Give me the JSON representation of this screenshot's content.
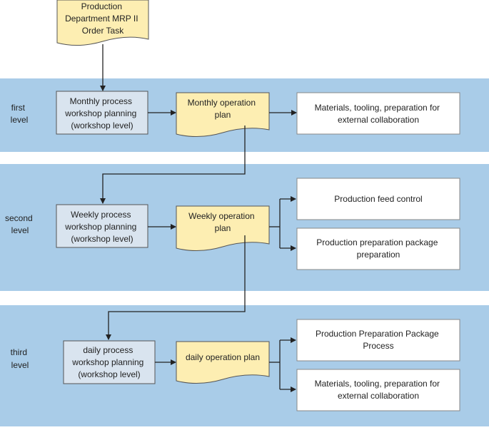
{
  "title_doc": {
    "lines": [
      "Production",
      "Department MRP II",
      "Order Task"
    ]
  },
  "levels": {
    "first": {
      "lines": [
        "first",
        "level"
      ]
    },
    "second": {
      "lines": [
        "second",
        "level"
      ]
    },
    "third": {
      "lines": [
        "third",
        "level"
      ]
    }
  },
  "process": {
    "monthly": {
      "lines": [
        "Monthly process",
        "workshop planning",
        "(workshop level)"
      ]
    },
    "weekly": {
      "lines": [
        "Weekly process",
        "workshop planning",
        "(workshop level)"
      ]
    },
    "daily": {
      "lines": [
        "daily process",
        "workshop planning",
        "(workshop level)"
      ]
    }
  },
  "docs": {
    "monthly": {
      "lines": [
        "Monthly operation",
        "plan"
      ]
    },
    "weekly": {
      "lines": [
        "Weekly operation",
        "plan"
      ]
    },
    "daily": {
      "lines": [
        "daily operation plan"
      ]
    }
  },
  "outputs": {
    "monthly_materials": {
      "lines": [
        "Materials, tooling, preparation for",
        "external collaboration"
      ]
    },
    "feed_control": {
      "lines": [
        "Production feed control"
      ]
    },
    "package_prep": {
      "lines": [
        "Production preparation package",
        "preparation"
      ]
    },
    "package_process": {
      "lines": [
        "Production Preparation Package",
        "Process"
      ]
    },
    "daily_materials": {
      "lines": [
        "Materials, tooling, preparation for",
        "external collaboration"
      ]
    }
  },
  "colors": {
    "band": "#a9cce8",
    "process_fill": "#d9e4ef",
    "document_fill": "#fdeeb2",
    "output_fill": "#ffffff",
    "stroke": "#555555",
    "arrow": "#222222"
  }
}
